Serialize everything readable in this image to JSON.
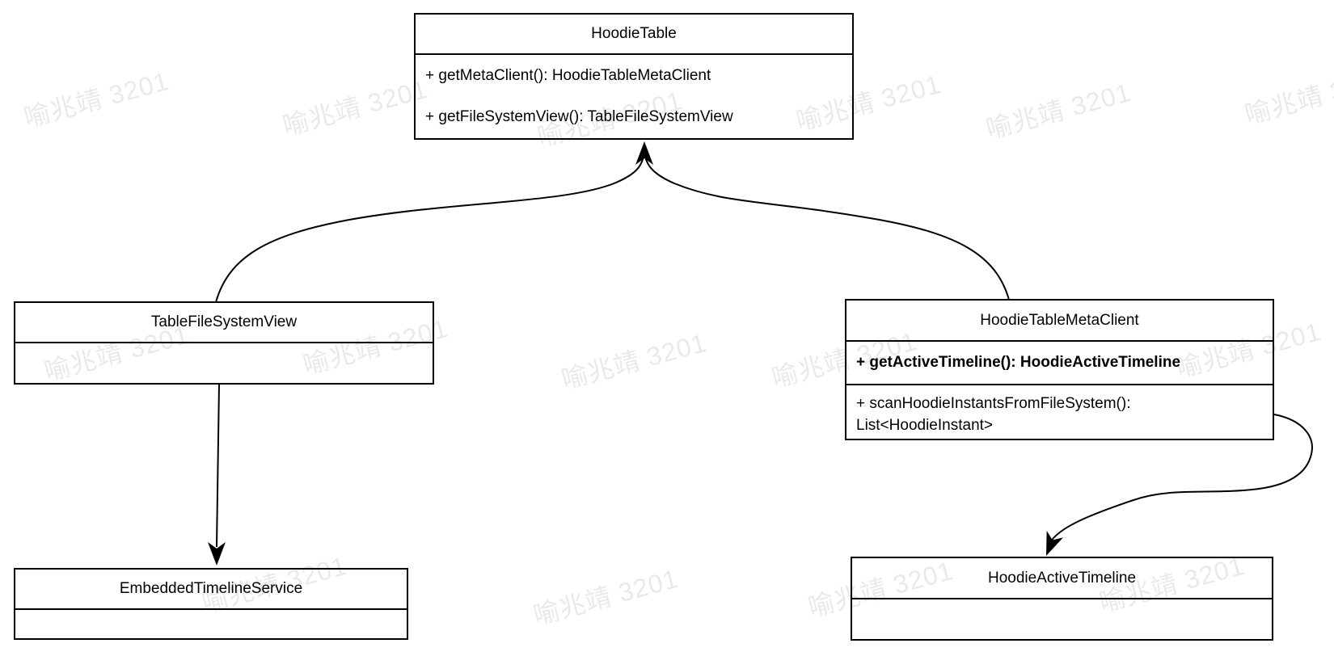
{
  "page": {
    "background": "#ffffff",
    "line_color": "#000000"
  },
  "watermark": {
    "text": "喻兆靖 3201",
    "color": "#000000",
    "opacity": 0.085
  },
  "diagram": {
    "classes": {
      "hoodie_table": {
        "title": "HoodieTable",
        "methods": [
          "+ getMetaClient(): HoodieTableMetaClient",
          "+ getFileSystemView(): TableFileSystemView"
        ]
      },
      "table_file_system_view": {
        "title": "TableFileSystemView",
        "methods": []
      },
      "hoodie_table_meta_client": {
        "title": "HoodieTableMetaClient",
        "methods": [
          "+ getActiveTimeline(): HoodieActiveTimeline",
          "+ scanHoodieInstantsFromFileSystem(): List<HoodieInstant>"
        ]
      },
      "embedded_timeline_service": {
        "title": "EmbeddedTimelineService",
        "methods": []
      },
      "hoodie_active_timeline": {
        "title": "HoodieActiveTimeline",
        "methods": []
      }
    },
    "relations": [
      {
        "from": "TableFileSystemView",
        "to": "HoodieTable",
        "type": "arrow"
      },
      {
        "from": "HoodieTableMetaClient",
        "to": "HoodieTable",
        "type": "arrow"
      },
      {
        "from": "TableFileSystemView",
        "to": "EmbeddedTimelineService",
        "type": "arrow"
      },
      {
        "from": "HoodieTableMetaClient",
        "to": "HoodieActiveTimeline",
        "type": "arrow"
      }
    ]
  }
}
